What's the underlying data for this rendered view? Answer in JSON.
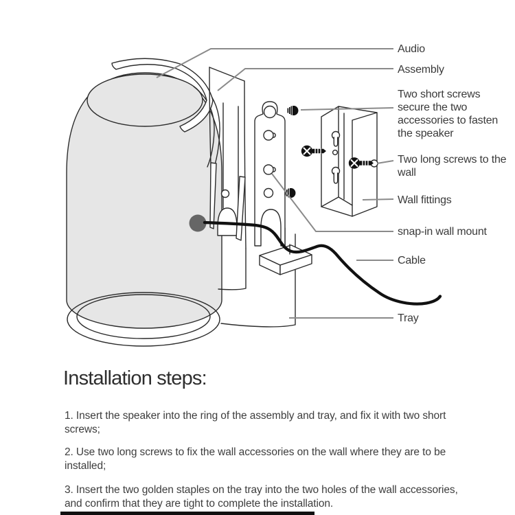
{
  "diagram": {
    "labels": {
      "audio": "Audio",
      "assembly": "Assembly",
      "short_screws": "Two short screws secure the two accessories to fasten the speaker",
      "long_screws": "Two long screws to the wall",
      "wall_fittings": "Wall fittings",
      "snap_in": "snap-in wall mount",
      "cable": "Cable",
      "tray": "Tray"
    },
    "colors": {
      "speaker_fill": "#e6e6e6",
      "outline": "#2b2b2b",
      "leader_line": "#8a8a8a",
      "knob": "#666666",
      "cable": "#111111"
    }
  },
  "instructions": {
    "heading": "Installation steps:",
    "steps": [
      "1. Insert the speaker into the ring of the assembly and tray, and fix it with two short screws;",
      "2. Use two long screws to fix the wall accessories on the wall where they are to be installed;",
      "3. Insert the two golden staples on the tray into the two holes of the wall accessories, and confirm that they are tight to complete the installation."
    ]
  }
}
